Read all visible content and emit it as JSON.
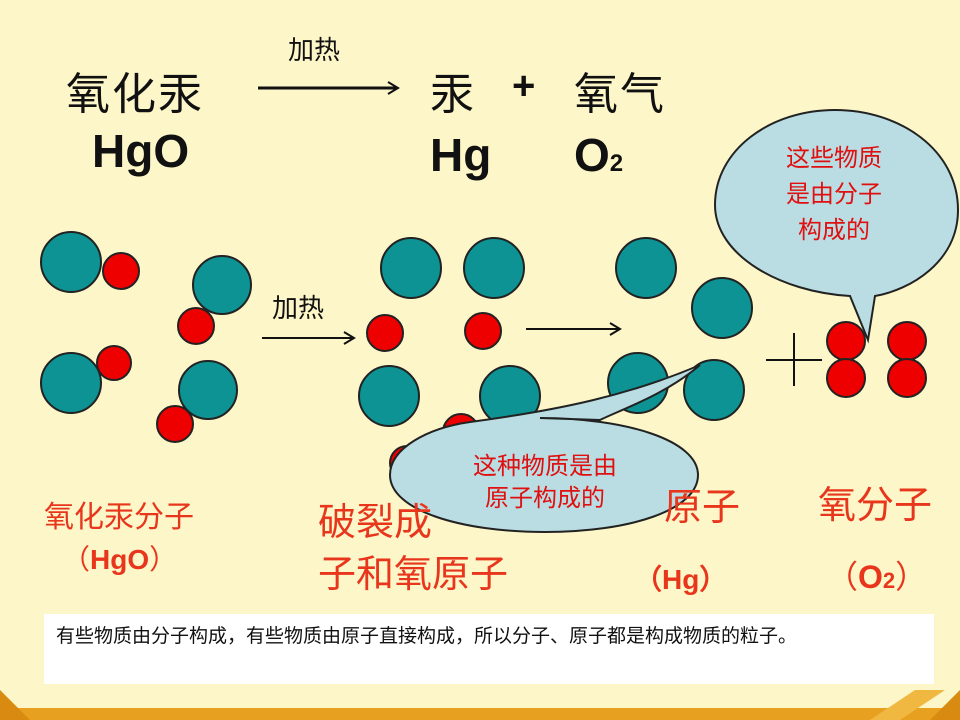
{
  "equation": {
    "reactant_name": "氧化汞",
    "reactant_formula": "HgO",
    "condition": "加热",
    "product1_name": "汞",
    "product1_formula": "Hg",
    "plus": "+",
    "product2_name": "氧气",
    "product2_formula_base": "O",
    "product2_formula_sub": "2"
  },
  "diagram": {
    "heat_label": "加热",
    "plus_sign": "+",
    "colors": {
      "mercury_atom": "#0d9393",
      "oxygen_atom": "#ee0000",
      "bubble_fill": "#b9dde3"
    }
  },
  "labels": {
    "hgo_name": "氧化汞分子",
    "hgo_formula_open": "（",
    "hgo_formula": "HgO",
    "hgo_formula_close": "）",
    "broken_line1": "破裂成",
    "broken_line2": "子和氧原子",
    "hg_name": "原子",
    "hg_formula": "（Hg）",
    "o2_name": "氧分子",
    "o2_formula_open": "（",
    "o2_formula_base": "O",
    "o2_formula_sub": "2",
    "o2_formula_close": "）"
  },
  "bubbles": {
    "molecule_note": [
      "这些物质",
      "是由分子",
      "构成的"
    ],
    "atom_note": [
      "这种物质是由",
      "原子构成的"
    ]
  },
  "footer_note": "有些物质由分子构成，有些物质由原子直接构成，所以分子、原子都是构成物质的粒子。"
}
